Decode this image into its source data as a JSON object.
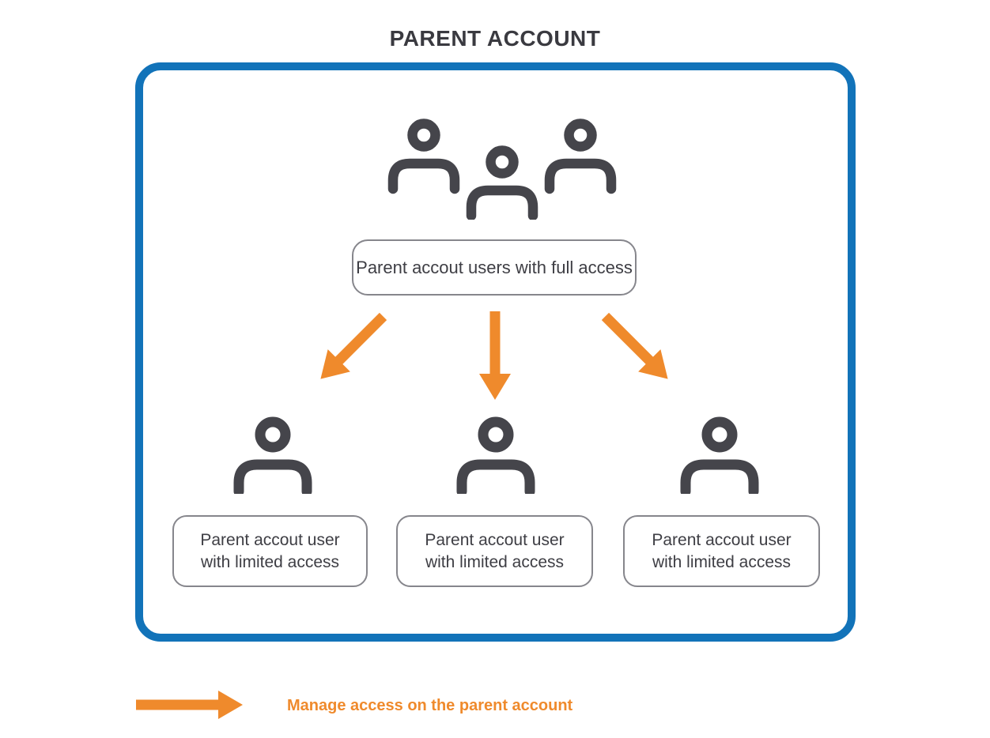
{
  "title": "PARENT ACCOUNT",
  "diagram": {
    "root_group": {
      "icon": "people-group-icon",
      "label": "Parent accout users with full access"
    },
    "child_nodes": [
      {
        "icon": "person-icon",
        "lines": [
          "Parent accout user",
          "with limited access"
        ]
      },
      {
        "icon": "person-icon",
        "lines": [
          "Parent accout user",
          "with limited access"
        ]
      },
      {
        "icon": "person-icon",
        "lines": [
          "Parent accout user",
          "with limited access"
        ]
      }
    ],
    "arrow_count": 3
  },
  "legend": {
    "arrow_icon": "right-arrow-icon",
    "label": "Manage access on the parent account"
  },
  "colors": {
    "container_border": "#1273B9",
    "arrow_orange": "#EF8A2C",
    "icon_gray": "#45454B",
    "node_border": "#86868C",
    "node_text": "#3E3E44",
    "title_text": "#3A3A40"
  }
}
